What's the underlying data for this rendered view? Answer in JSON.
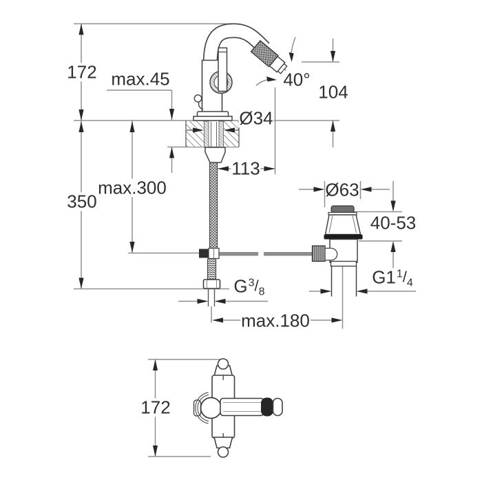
{
  "diagram": {
    "type": "technical-dimensional-drawing",
    "subject": "single-lever bidet mixer with pop-up waste, side view with mounting section and top view",
    "units": "mm",
    "labels": {
      "overall_height": "172",
      "max_deck_thickness": "max.45",
      "spout_angle": "40°",
      "spout_outlet_height": "104",
      "mounting_hole_diameter": "Ø34",
      "spout_reach": "113",
      "max_hose_length": "max.300",
      "supply_length": "350",
      "waste_flange_diameter": "Ø63",
      "waste_height_range": "40-53",
      "supply_thread": {
        "base": "G",
        "sup": "3",
        "slash": "/",
        "sub": "8"
      },
      "waste_thread": {
        "base": "G1",
        "sup": "1",
        "slash": "/",
        "sub": "4"
      },
      "max_centre_distance": "max.180",
      "handle_view_length": "172"
    },
    "colors": {
      "background": "#ffffff",
      "dimension_line": "#8f8f8f",
      "drawing_outline": "#424242",
      "arrow": "#272727",
      "text": "#2f2f2f",
      "flange_fill": "#1c1c1c",
      "pipe_fill": "#8c8c8c"
    }
  }
}
